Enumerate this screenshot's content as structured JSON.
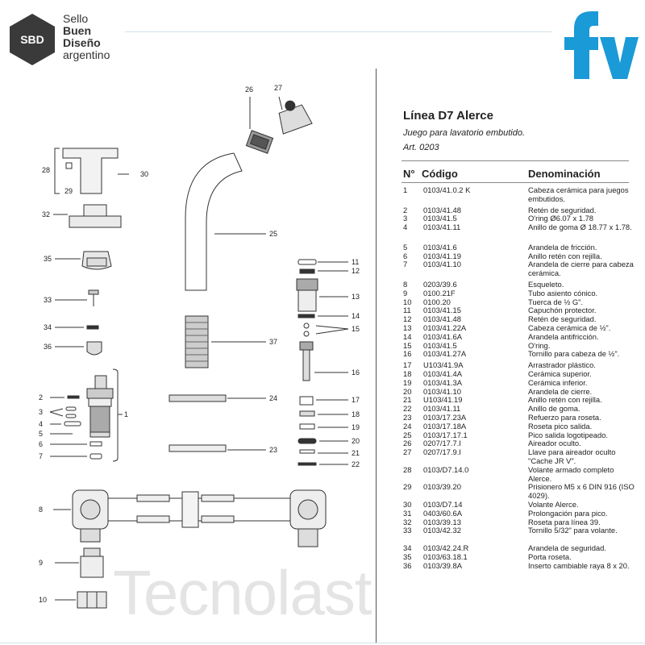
{
  "brand": {
    "sbd_badge": "SBD",
    "sbd_lines": [
      "Sello",
      "Buen",
      "Diseño",
      "argentino"
    ],
    "fv_logo": "fv",
    "watermark": "Tecnolast",
    "accent": "#1a9ad7"
  },
  "header": {
    "title": "Línea D7 Alerce",
    "subtitle": "Juego para lavatorio embutido.",
    "article": "Art. 0203"
  },
  "table": {
    "columns": [
      "N°",
      "Código",
      "Denominación"
    ],
    "rows": [
      {
        "n": "1",
        "code": "0103/41.0.2 K",
        "desc": "Cabeza cerámica para juegos embutidos."
      },
      {
        "n": "2",
        "code": "0103/41.48",
        "desc": "Retén de seguridad."
      },
      {
        "n": "3",
        "code": "0103/41.5",
        "desc": "O'ring Ø6.07 x 1.78"
      },
      {
        "n": "4",
        "code": "0103/41.11",
        "desc": "Anillo de goma Ø 18.77 x 1.78."
      },
      {
        "n": "5",
        "code": "0103/41.6",
        "desc": "Arandela de fricción."
      },
      {
        "n": "6",
        "code": "0103/41.19",
        "desc": "Anillo retén con rejilla."
      },
      {
        "n": "7",
        "code": "0103/41.10",
        "desc": "Arandela de cierre para cabeza cerámica."
      },
      {
        "n": "8",
        "code": "0203/39.6",
        "desc": "Esqueleto."
      },
      {
        "n": "9",
        "code": "0100.21F",
        "desc": "Tubo asiento cónico."
      },
      {
        "n": "10",
        "code": "0100.20",
        "desc": "Tuerca de ½ G\"."
      },
      {
        "n": "11",
        "code": "0103/41.15",
        "desc": "Capuchón protector."
      },
      {
        "n": "12",
        "code": "0103/41.48",
        "desc": "Retén de seguridad."
      },
      {
        "n": "13",
        "code": "0103/41.22A",
        "desc": "Cabeza cerámica de ½\"."
      },
      {
        "n": "14",
        "code": "0103/41.6A",
        "desc": "Arandela antifricción."
      },
      {
        "n": "15",
        "code": "0103/41.5",
        "desc": "O'ring."
      },
      {
        "n": "16",
        "code": "0103/41.27A",
        "desc": "Tornillo para cabeza de ½\"."
      },
      {
        "n": "17",
        "code": "U103/41.9A",
        "desc": "Arrastrador plástico."
      },
      {
        "n": "18",
        "code": "0103/41.4A",
        "desc": "Cerámica superior."
      },
      {
        "n": "19",
        "code": "0103/41.3A",
        "desc": "Cerámica inferior."
      },
      {
        "n": "20",
        "code": "0103/41.10",
        "desc": "Arandela de cierre."
      },
      {
        "n": "21",
        "code": "U103/41.19",
        "desc": "Anillo retén con rejilla."
      },
      {
        "n": "22",
        "code": "0103/41.11",
        "desc": "Anillo de goma."
      },
      {
        "n": "23",
        "code": "0103/17.23A",
        "desc": "Refuerzo para roseta."
      },
      {
        "n": "24",
        "code": "0103/17.18A",
        "desc": "Roseta pico salida."
      },
      {
        "n": "25",
        "code": "0103/17.17.1",
        "desc": "Pico salida logotipeado."
      },
      {
        "n": "26",
        "code": "0207/17.7.I",
        "desc": "Aireador oculto."
      },
      {
        "n": "27",
        "code": "0207/17.9.I",
        "desc": "Llave para aireador oculto \"Cache JR V\"."
      },
      {
        "n": "28",
        "code": "0103/D7.14.0",
        "desc": "Volante armado completo Alerce."
      },
      {
        "n": "29",
        "code": "0103/39.20",
        "desc": "Prisionero M5 x 6 DIN 916 (ISO 4029)."
      },
      {
        "n": "30",
        "code": "0103/D7.14",
        "desc": "Volante Alerce."
      },
      {
        "n": "31",
        "code": "0403/60.6A",
        "desc": "Prolongación para pico."
      },
      {
        "n": "32",
        "code": "0103/39.13",
        "desc": "Roseta para línea 39."
      },
      {
        "n": "33",
        "code": "0103/42.32",
        "desc": "Tornillo 5/32\" para volante."
      },
      {
        "n": "34",
        "code": "0103/42.24.R",
        "desc": "Arandela de seguridad."
      },
      {
        "n": "35",
        "code": "0103/63.18.1",
        "desc": "Porta roseta."
      },
      {
        "n": "36",
        "code": "0103/39.8A",
        "desc": "Inserto cambiable raya 8 x 20."
      }
    ]
  },
  "diagram": {
    "labels": [
      "28",
      "29",
      "30",
      "32",
      "35",
      "33",
      "34",
      "36",
      "2",
      "3",
      "4",
      "5",
      "6",
      "7",
      "1",
      "8",
      "9",
      "10",
      "26",
      "27",
      "25",
      "37",
      "24",
      "23",
      "11",
      "12",
      "13",
      "14",
      "15",
      "16",
      "17",
      "18",
      "19",
      "20",
      "21",
      "22"
    ]
  }
}
